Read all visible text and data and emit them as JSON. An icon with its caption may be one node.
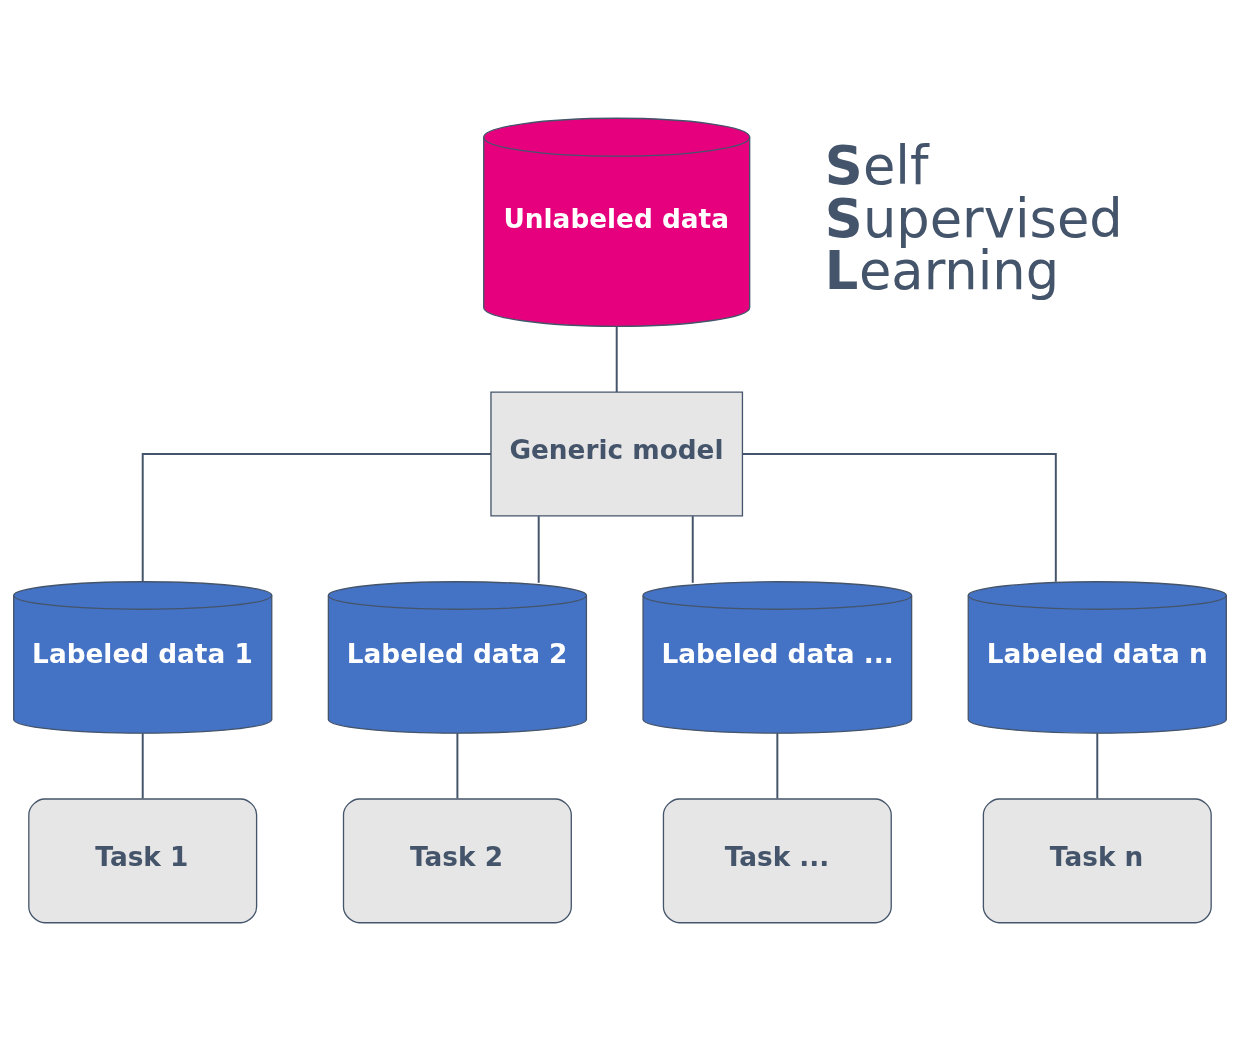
{
  "diagram": {
    "nodes": [
      {
        "text": [
          "Unlabeled data"
        ]
      },
      {
        "text": [
          "Generic model"
        ]
      },
      {
        "text": [
          "Labeled data 1"
        ]
      },
      {
        "text": [
          "Labeled data 2"
        ]
      },
      {
        "text": [
          "Labeled data ..."
        ]
      },
      {
        "text": [
          "Labeled data n"
        ]
      },
      {
        "text": [
          "Task 1"
        ]
      },
      {
        "text": [
          "Task 2"
        ]
      },
      {
        "text": [
          "Task ..."
        ]
      },
      {
        "text": [
          "Task n"
        ]
      }
    ],
    "edges": [
      {
        "from": 0,
        "to": 1,
        "arrow": "none"
      },
      {
        "from": 1,
        "to": 2,
        "arrow": "none"
      },
      {
        "from": 1,
        "to": 3,
        "arrow": "none"
      },
      {
        "from": 1,
        "to": 4,
        "arrow": "none"
      },
      {
        "from": 1,
        "to": 5,
        "arrow": "none"
      },
      {
        "from": 2,
        "to": 6,
        "arrow": "none"
      },
      {
        "from": 3,
        "to": 7,
        "arrow": "none"
      },
      {
        "from": 4,
        "to": 8,
        "arrow": "none"
      },
      {
        "from": 5,
        "to": 9,
        "arrow": "none"
      }
    ],
    "labels": [
      "Self Supervised Learning"
    ]
  }
}
